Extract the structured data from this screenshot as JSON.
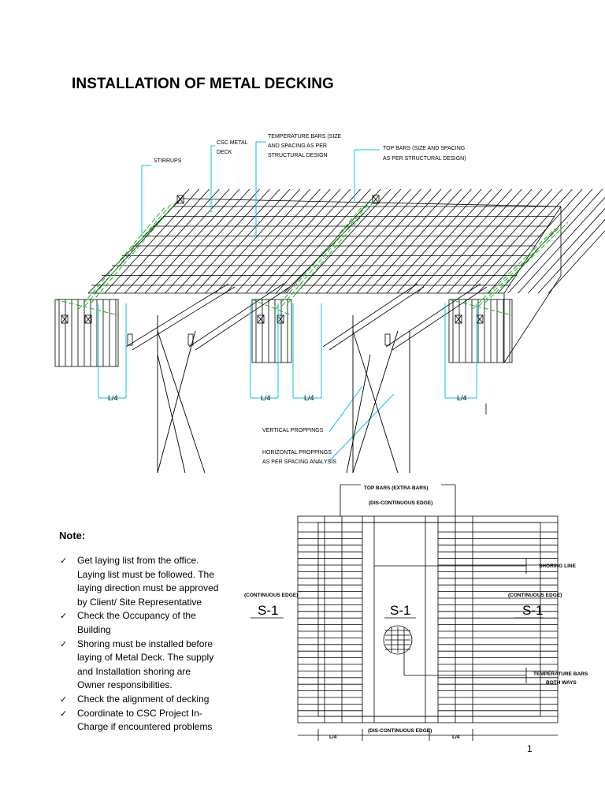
{
  "title": "INSTALLATION OF METAL DECKING",
  "iso": {
    "stirrups": "STIRRUPS",
    "csc_metal": "CSC METAL",
    "deck": "DECK",
    "temp_1": "TEMPERATURE BARS (SIZE",
    "temp_2": "AND SPACING AS PER",
    "temp_3": "STRUCTURAL DESIGN",
    "top_1": "TOP BARS (SIZE AND SPACING",
    "top_2": "AS PER STRUCTURAL DESIGN)",
    "l4": "L/4",
    "vertical": "VERTICAL PROPPINGS",
    "horizontal_1": "HORIZONTAL PROPPINGS",
    "horizontal_2": "AS PER SPACING ANALYSIS"
  },
  "plan": {
    "top_bars": "TOP BARS (EXTRA BARS)",
    "dis_top": "(DIS-CONTINUOUS EDGE)",
    "dis_bottom": "(DIS-CONTINUOUS EDGE)",
    "cont_left": "(CONTINUOUS EDGE)",
    "cont_right": "(CONTINUOUS EDGE)",
    "s1": "S-1",
    "shoring_line": "SHORING LINE",
    "temp_1": "TEMPERATURE BARS",
    "temp_2": "BOTH WAYS",
    "l4": "L/4"
  },
  "note_title": "Note:",
  "notes": [
    [
      "Get laying list from the office.",
      "Laying list must be followed. The",
      "laying direction must be approved",
      "by Client/ Site Representative"
    ],
    [
      "Check the Occupancy of the",
      "Building"
    ],
    [
      "Shoring must be installed before",
      "laying of Metal Deck. The supply",
      "and Installation shoring are",
      "Owner responsibilities."
    ],
    [
      "Check the alignment of decking"
    ],
    [
      "Coordinate to CSC Project In-",
      "Charge if encountered problems"
    ]
  ],
  "check_glyph": "✓",
  "page_number": "1",
  "colors": {
    "accent_cyan": "#00c8e0",
    "accent_green": "#18b818",
    "line": "#000000"
  }
}
